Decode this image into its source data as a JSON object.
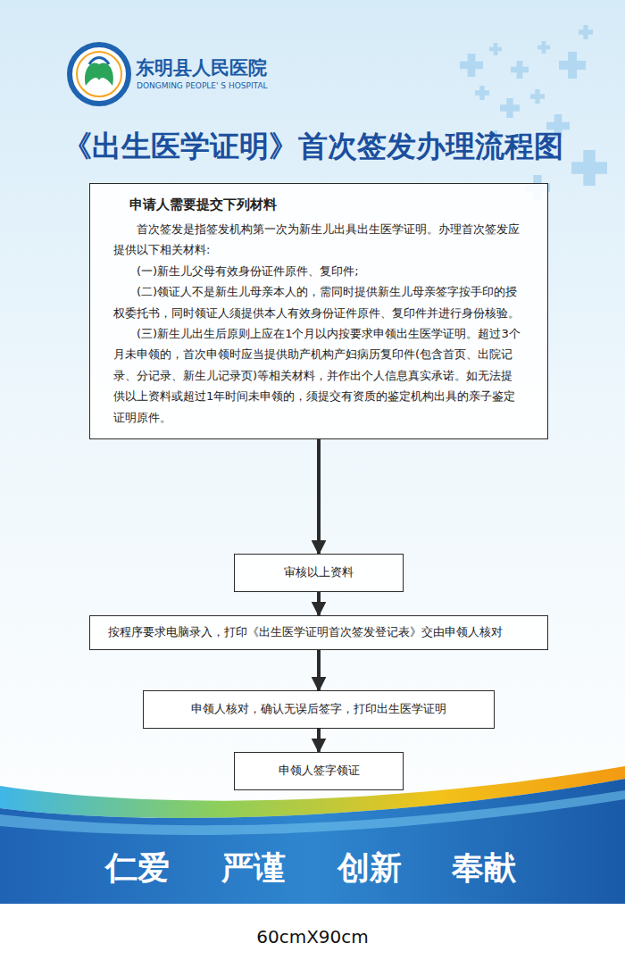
{
  "diagram": {
    "title": "《出生医学证明》首次签发办理流程图",
    "nodes": [
      {
        "text": [
          "申请人需要提交下列材料",
          "首次签发是指签发机构第一次为新生儿出具出生医学证明。办理首次签发应提供以下相关材料:",
          "(一)新生儿父母有效身份证件原件、复印件;",
          "(二)领证人不是新生儿母亲本人的，需同时提供新生儿母亲签字按手印的授权委托书，同时领证人须提供本人有效身份证件原件、复印件并进行身份核验。",
          "(三)新生儿出生后原则上应在1个月以内按要求申领出生医学证明。超过3个月未申领的，首次申领时应当提供助产机构产妇病历复印件(包含首页、出院记录、分记录、新生儿记录页)等相关材料，并作出个人信息真实承诺。如无法提供以上资料或超过1年时间未申领的，须提交有资质的鉴定机构出具的亲子鉴定证明原件。"
        ]
      },
      {
        "text": [
          "审核以上资料"
        ]
      },
      {
        "text": [
          "按程序要求电脑录入，打印《出生医学证明首次签发登记表》交由申领人核对"
        ]
      },
      {
        "text": [
          "申领人核对，确认无误后签字，打印出生医学证明"
        ]
      },
      {
        "text": [
          "申领人签字领证"
        ]
      }
    ],
    "edges": [
      {
        "from": 0,
        "to": 1,
        "arrow": "to"
      },
      {
        "from": 1,
        "to": 2,
        "arrow": "to"
      },
      {
        "from": 2,
        "to": 3,
        "arrow": "to"
      },
      {
        "from": 3,
        "to": 4,
        "arrow": "to"
      }
    ],
    "labels": [
      "东明县人民医院",
      "DONGMING PEOPLE' S HOSPITAL",
      "仁爱",
      "严谨",
      "创新",
      "奉献",
      "60cmX90cm"
    ]
  }
}
